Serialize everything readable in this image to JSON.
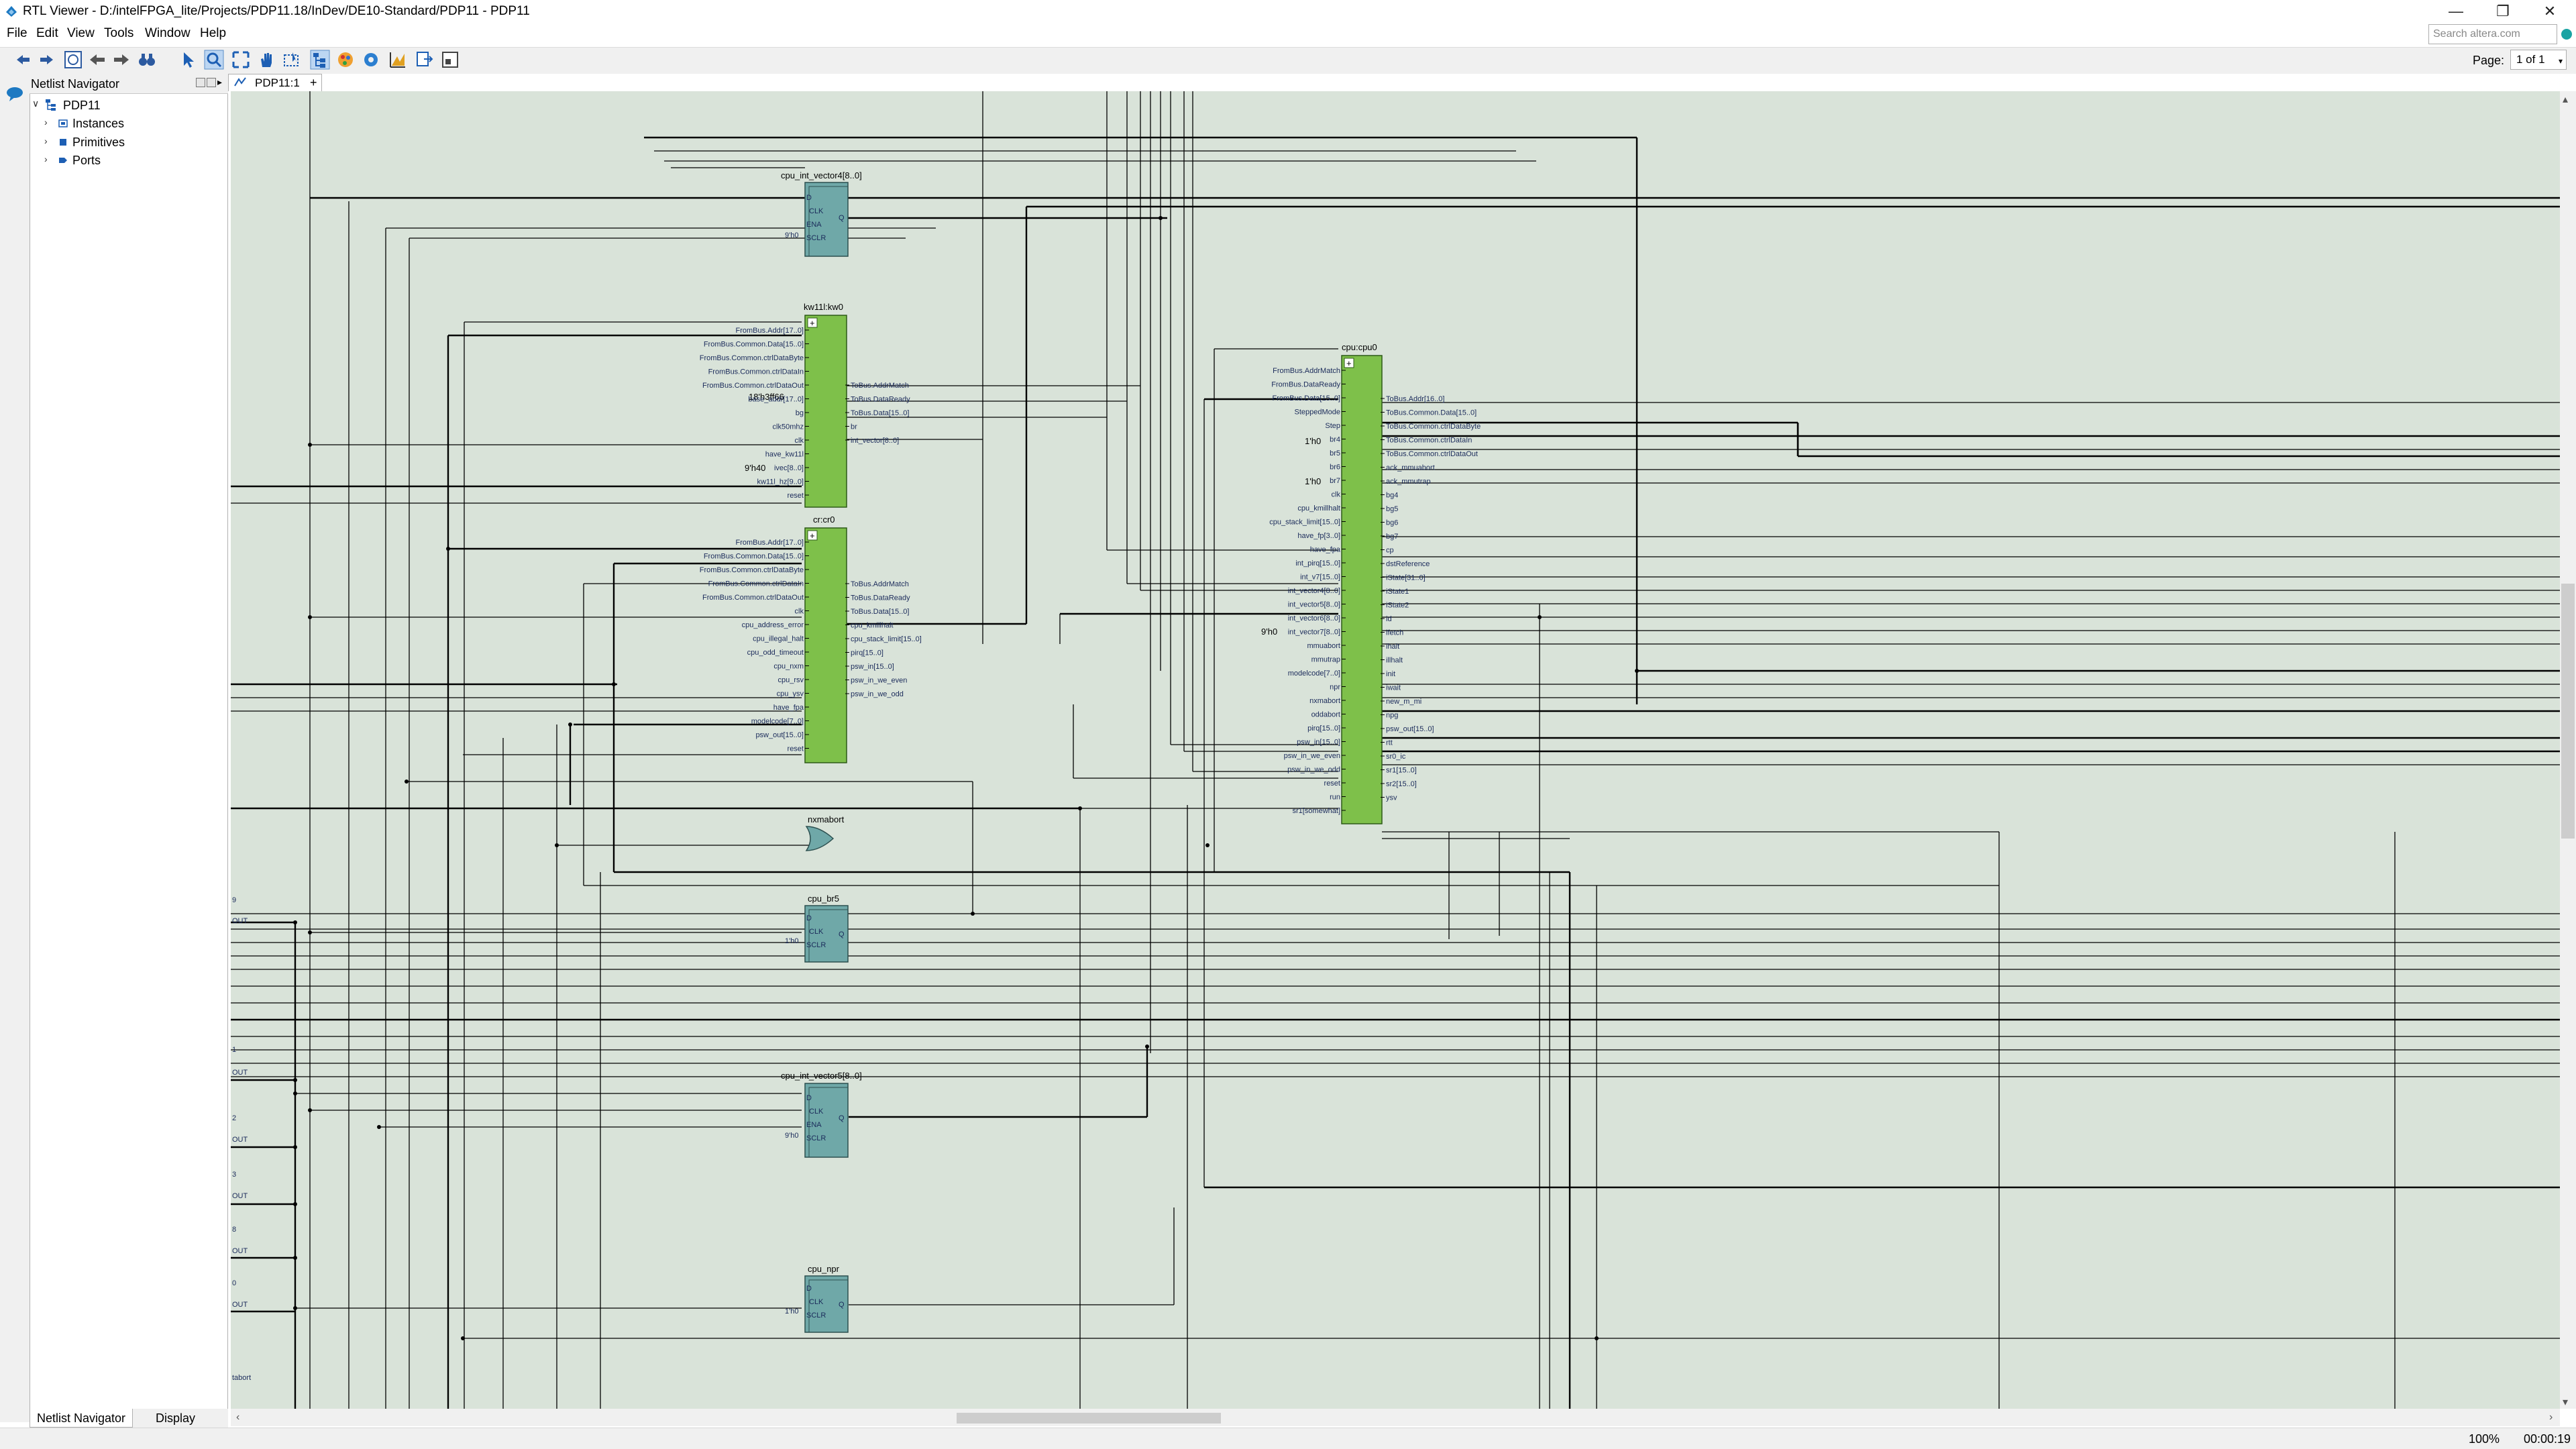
{
  "window": {
    "title": "RTL Viewer - D:/intelFPGA_lite/Projects/PDP11.18/InDev/DE10-Standard/PDP11 - PDP11",
    "minimize_glyph": "—",
    "restore_glyph": "❐",
    "close_glyph": "✕"
  },
  "menubar": {
    "items": [
      "File",
      "Edit",
      "View",
      "Tools",
      "Window",
      "Help"
    ],
    "search_placeholder": "Search altera.com"
  },
  "toolbar": {
    "page_label": "Page:",
    "page_value": "1 of 1"
  },
  "navigator": {
    "title": "Netlist Navigator",
    "root": "PDP11",
    "children": [
      "Instances",
      "Primitives",
      "Ports"
    ]
  },
  "bottom_tabs": [
    "Netlist Navigator",
    "Display"
  ],
  "canvas": {
    "tab_label": "PDP11:1",
    "tab_add": "+"
  },
  "schematic": {
    "blocks": {
      "vec4": {
        "title": "cpu_int_vector4[8..0]",
        "const": "9'h0",
        "pins_in": [
          "D",
          "CLK",
          "ENA",
          "SCLR"
        ],
        "pin_out": "Q"
      },
      "kw11": {
        "title": "kw11l:kw0",
        "plus": "+",
        "const_base": "18'h3ff66",
        "const_ivec": "9'h40",
        "inputs": [
          "FromBus.Addr[17..0]",
          "FromBus.Common.Data[15..0]",
          "FromBus.Common.ctrlDataByte",
          "FromBus.Common.ctrlDataIn",
          "FromBus.Common.ctrlDataOut",
          "base_addr[17..0]",
          "bg",
          "clk50mhz",
          "clk",
          "have_kw11l",
          "ivec[8..0]",
          "kw11l_hz[9..0]",
          "reset"
        ],
        "outputs": [
          "ToBus.AddrMatch",
          "ToBus.DataReady",
          "ToBus.Data[15..0]",
          "br",
          "int_vector[8..0]"
        ]
      },
      "cr": {
        "title": "cr:cr0",
        "plus": "+",
        "inputs": [
          "FromBus.Addr[17..0]",
          "FromBus.Common.Data[15..0]",
          "FromBus.Common.ctrlDataByte",
          "FromBus.Common.ctrlDataIn",
          "FromBus.Common.ctrlDataOut",
          "clk",
          "cpu_address_error",
          "cpu_illegal_halt",
          "cpu_odd_timeout",
          "cpu_nxm",
          "cpu_rsv",
          "cpu_ysv",
          "have_fpa",
          "modelcode[7..0]",
          "psw_out[15..0]",
          "reset"
        ],
        "outputs": [
          "ToBus.AddrMatch",
          "ToBus.DataReady",
          "ToBus.Data[15..0]",
          "cpu_kmillhalt",
          "cpu_stack_limit[15..0]",
          "pirq[15..0]",
          "psw_in[15..0]",
          "psw_in_we_even",
          "psw_in_we_odd"
        ]
      },
      "cpu": {
        "title": "cpu:cpu0",
        "plus": "+",
        "const_br4": "1'h0",
        "const_br7": "1'h0",
        "const_vec": "9'h0",
        "inputs": [
          "FromBus.AddrMatch",
          "FromBus.DataReady",
          "FromBus.Data[15..0]",
          "SteppedMode",
          "Step",
          "br4",
          "br5",
          "br6",
          "br7",
          "clk",
          "cpu_kmillhalt",
          "cpu_stack_limit[15..0]",
          "have_fp[3..0]",
          "have_fpa",
          "int_pirq[15..0]",
          "int_v7[15..0]",
          "int_vector4[8..0]",
          "int_vector5[8..0]",
          "int_vector6[8..0]",
          "int_vector7[8..0]",
          "mmuabort",
          "mmutrap",
          "modelcode[7..0]",
          "npr",
          "nxmabort",
          "oddabort",
          "pirq[15..0]",
          "psw_in[15..0]",
          "psw_in_we_even",
          "psw_in_we_odd",
          "reset",
          "run",
          "sr1[somewhat]"
        ],
        "outputs": [
          "ToBus.Addr[16..0]",
          "ToBus.Common.Data[15..0]",
          "ToBus.Common.ctrlDataByte",
          "ToBus.Common.ctrlDataIn",
          "ToBus.Common.ctrlDataOut",
          "ack_mmuabort",
          "ack_mmutrap",
          "bg4",
          "bg5",
          "bg6",
          "bg7",
          "cp",
          "dstReference",
          "iState[31..0]",
          "iState1",
          "iState2",
          "id",
          "ifetch",
          "ihalt",
          "illhalt",
          "init",
          "iwait",
          "new_m_mi",
          "npg",
          "psw_out[15..0]",
          "rtt",
          "sr0_ic",
          "sr1[15..0]",
          "sr2[15..0]",
          "ysv"
        ]
      },
      "nxmabort": {
        "title": "nxmabort"
      },
      "br5": {
        "title": "cpu_br5",
        "const": "1'h0",
        "pins_in": [
          "D",
          "CLK",
          "SCLR"
        ],
        "pin_out": "Q"
      },
      "vec5": {
        "title": "cpu_int_vector5[8..0]",
        "const": "9'h0",
        "pins_in": [
          "D",
          "CLK",
          "ENA",
          "SCLR"
        ],
        "pin_out": "Q"
      },
      "npr": {
        "title": "cpu_npr",
        "const": "1'h0",
        "pins_in": [
          "D",
          "CLK",
          "SCLR"
        ],
        "pin_out": "Q"
      }
    },
    "side_labels": [
      {
        "num": "9",
        "out": "OUT"
      },
      {
        "num": "1",
        "out": "OUT"
      },
      {
        "num": "2",
        "out": "OUT"
      },
      {
        "num": "3",
        "out": "OUT"
      },
      {
        "num": "8",
        "out": "OUT"
      },
      {
        "num": "0",
        "out": "OUT"
      }
    ],
    "bottom_label": "tabort"
  },
  "statusbar": {
    "zoom": "100%",
    "time": "00:00:19"
  }
}
